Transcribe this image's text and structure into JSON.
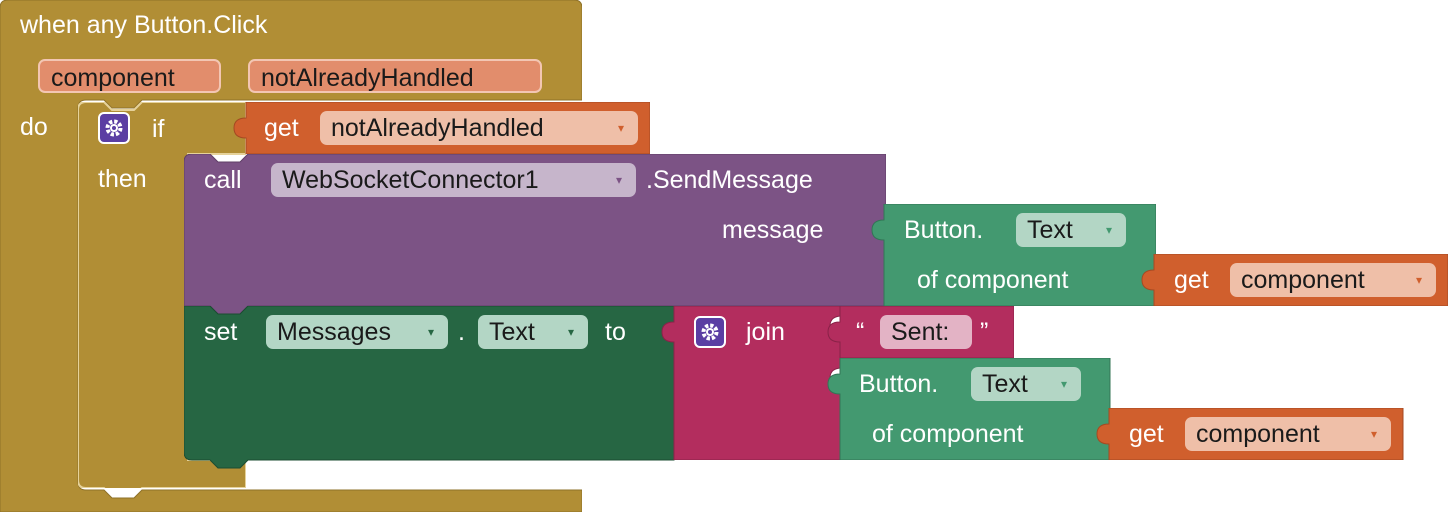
{
  "event": {
    "header": "when any Button.Click",
    "params": [
      "component",
      "notAlreadyHandled"
    ],
    "do_label": "do"
  },
  "if_block": {
    "if_label": "if",
    "then_label": "then",
    "gear_icon": "gear-icon"
  },
  "condition": {
    "get_label": "get",
    "variable": "notAlreadyHandled"
  },
  "call_block": {
    "call_label": "call",
    "component": "WebSocketConnector1",
    "method": ".SendMessage",
    "message_label": "message"
  },
  "message_prop": {
    "prefix": "Button.",
    "property": "Text",
    "of_label": "of component",
    "get_label": "get",
    "variable": "component"
  },
  "set_block": {
    "set_label": "set",
    "component": "Messages",
    "dot": ".",
    "property": "Text",
    "to_label": "to"
  },
  "join_block": {
    "join_label": "join",
    "open_quote": "“",
    "text": "Sent:",
    "close_quote": "”"
  },
  "join_prop": {
    "prefix": "Button.",
    "property": "Text",
    "of_label": "of component",
    "get_label": "get",
    "variable": "component"
  },
  "dropdown_caret": "▾",
  "colors": {
    "event": "#b18e35",
    "event_param": "#e28d6c",
    "control": "#b18e35",
    "variable": "#d05f2d",
    "variable_field": "#efbfa8",
    "procedure": "#7c5385",
    "procedure_field": "#c6b5cb",
    "component_prop": "#439970",
    "setter": "#266643",
    "prop_field": "#b3d6c5",
    "text": "#b32d5e",
    "text_field": "#e3b3c5",
    "gear": "#5b3ea3"
  }
}
